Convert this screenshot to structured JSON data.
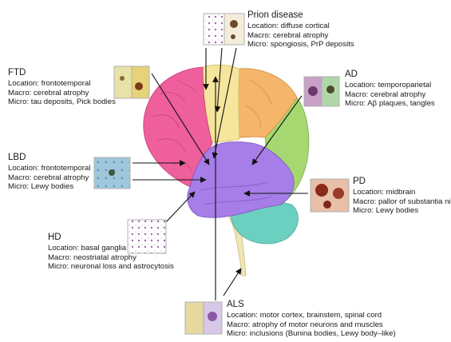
{
  "diseases": {
    "prion": {
      "name": "Prion disease",
      "lines": [
        "Location: diffuse cortical",
        "Macro: cerebral atrophy",
        "Micro: spongiosis, PrP deposits"
      ]
    },
    "ftd": {
      "name": "FTD",
      "lines": [
        "Location: frontotemporal",
        "Macro: cerebral atrophy",
        "Micro: tau deposits, Pick bodies"
      ]
    },
    "ad": {
      "name": "AD",
      "lines": [
        "Location: temporoparietal",
        "Macro: cerebral atrophy",
        "Micro: Aβ plaques, tangles"
      ]
    },
    "lbd": {
      "name": "LBD",
      "lines": [
        "Location: frontotemporal",
        "Macro: cerebral atrophy",
        "Micro: Lewy bodies"
      ]
    },
    "pd": {
      "name": "PD",
      "lines": [
        "Location: midbrain",
        "Macro: pallor of substantia nigra",
        "Micro: Lewy bodies"
      ]
    },
    "hd": {
      "name": "HD",
      "lines": [
        "Location: basal ganglia",
        "Macro: neostriatal atrophy",
        "Micro: neuronal loss and astrocytosis"
      ]
    },
    "als": {
      "name": "ALS",
      "lines": [
        "Location: motor cortex, brainstem, spinal cord",
        "Macro: atrophy of motor neurons and muscles",
        "Micro: inclusions (Bunina bodies, Lewy body–like)"
      ]
    }
  },
  "colors": {
    "frontal": "#ee5f9c",
    "motor_strip": "#f6e59c",
    "parietal": "#f5b56a",
    "temporal": "#a77de8",
    "occipital": "#a6d771",
    "cerebellum": "#6cd0c0",
    "brainstem": "#f0e6b5"
  }
}
